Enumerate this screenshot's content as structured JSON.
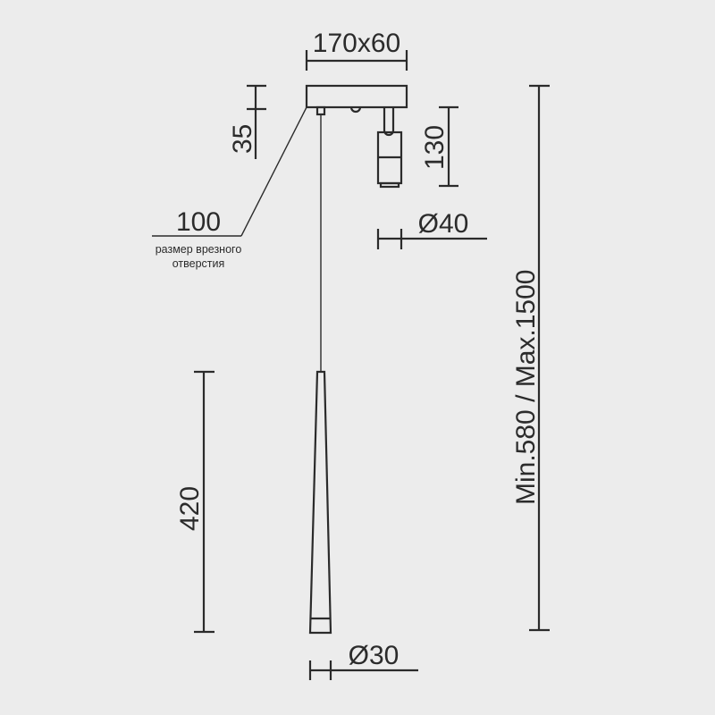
{
  "diagram": {
    "type": "technical-drawing",
    "subject": "pendant lamp with spotlight on ceiling canopy",
    "dimensions": {
      "canopy": "170x60",
      "canopy_height": "35",
      "spotlight_height": "130",
      "cutout_diameter": "100",
      "cutout_caption_line1": "размер врезного",
      "cutout_caption_line2": "отверстия",
      "spotlight_diameter": "Ø40",
      "pendant_length": "420",
      "pendant_diameter": "Ø30",
      "total_height": "Min.580 / Max.1500"
    },
    "colors": {
      "background": "#ececec",
      "line": "#2b2b2b"
    }
  }
}
